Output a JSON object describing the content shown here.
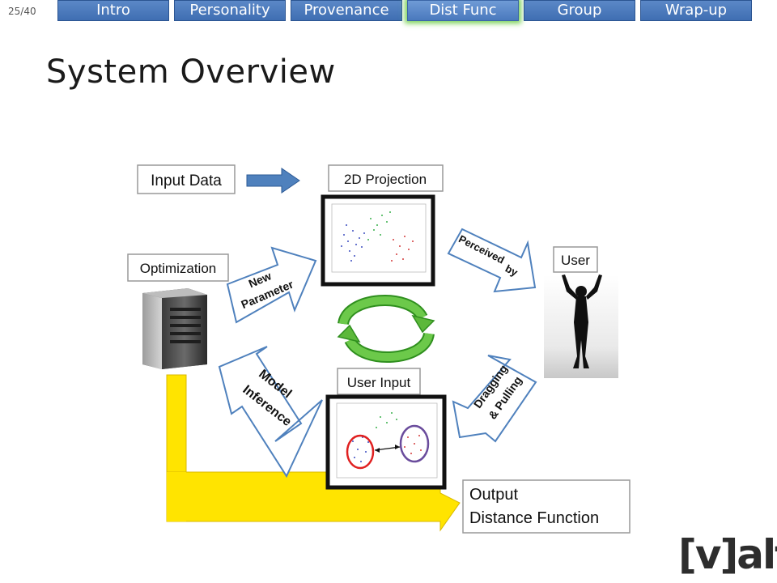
{
  "slide_number": "25/40",
  "nav": {
    "tabs": [
      {
        "label": "Intro"
      },
      {
        "label": "Personality"
      },
      {
        "label": "Provenance"
      },
      {
        "label": "Dist Func"
      },
      {
        "label": "Group"
      },
      {
        "label": "Wrap-up"
      }
    ],
    "active_tab": "Dist Func"
  },
  "title": "System Overview",
  "diagram": {
    "input_data": "Input Data",
    "projection": "2D Projection",
    "optimization": "Optimization",
    "user": "User",
    "user_input": "User Input",
    "output_line1": "Output",
    "output_line2": "Distance Function",
    "arrow_new_parameter_1": "New",
    "arrow_new_parameter_2": "Parameter",
    "arrow_perceived_by_1": "Perceived",
    "arrow_perceived_by_2": "by",
    "arrow_model_inference_1": "Model",
    "arrow_model_inference_2": "Inference",
    "arrow_dragging_1": "Dragging",
    "arrow_dragging_2": "& Pulling"
  },
  "logo": "[v]alt",
  "colors": {
    "tab_blue": "#4a79bd",
    "active_glow": "#7cd35b",
    "arrow_blue": "#4f81bd",
    "cycle_green": "#5cb83a",
    "output_yellow": "#ffe400",
    "cluster_red": "#e02020",
    "cluster_purple": "#6a4c9c"
  }
}
